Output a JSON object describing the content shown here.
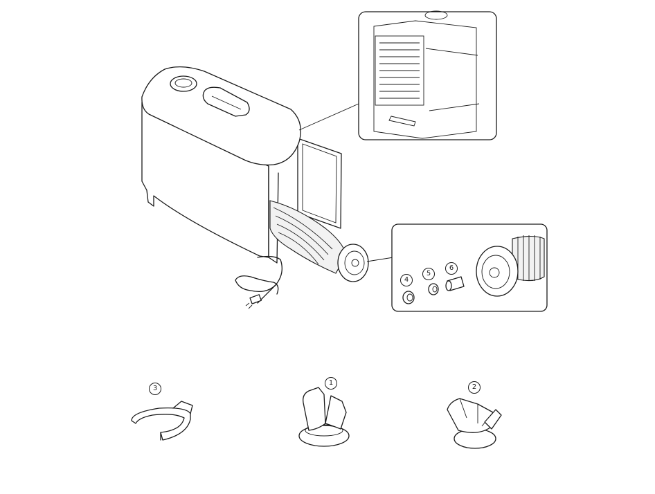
{
  "callouts": {
    "part1": "1",
    "part2": "2",
    "part3": "3",
    "part4": "4",
    "part5": "5",
    "part6": "6"
  },
  "colors": {
    "line": "#1a1a1a",
    "background": "#ffffff"
  }
}
